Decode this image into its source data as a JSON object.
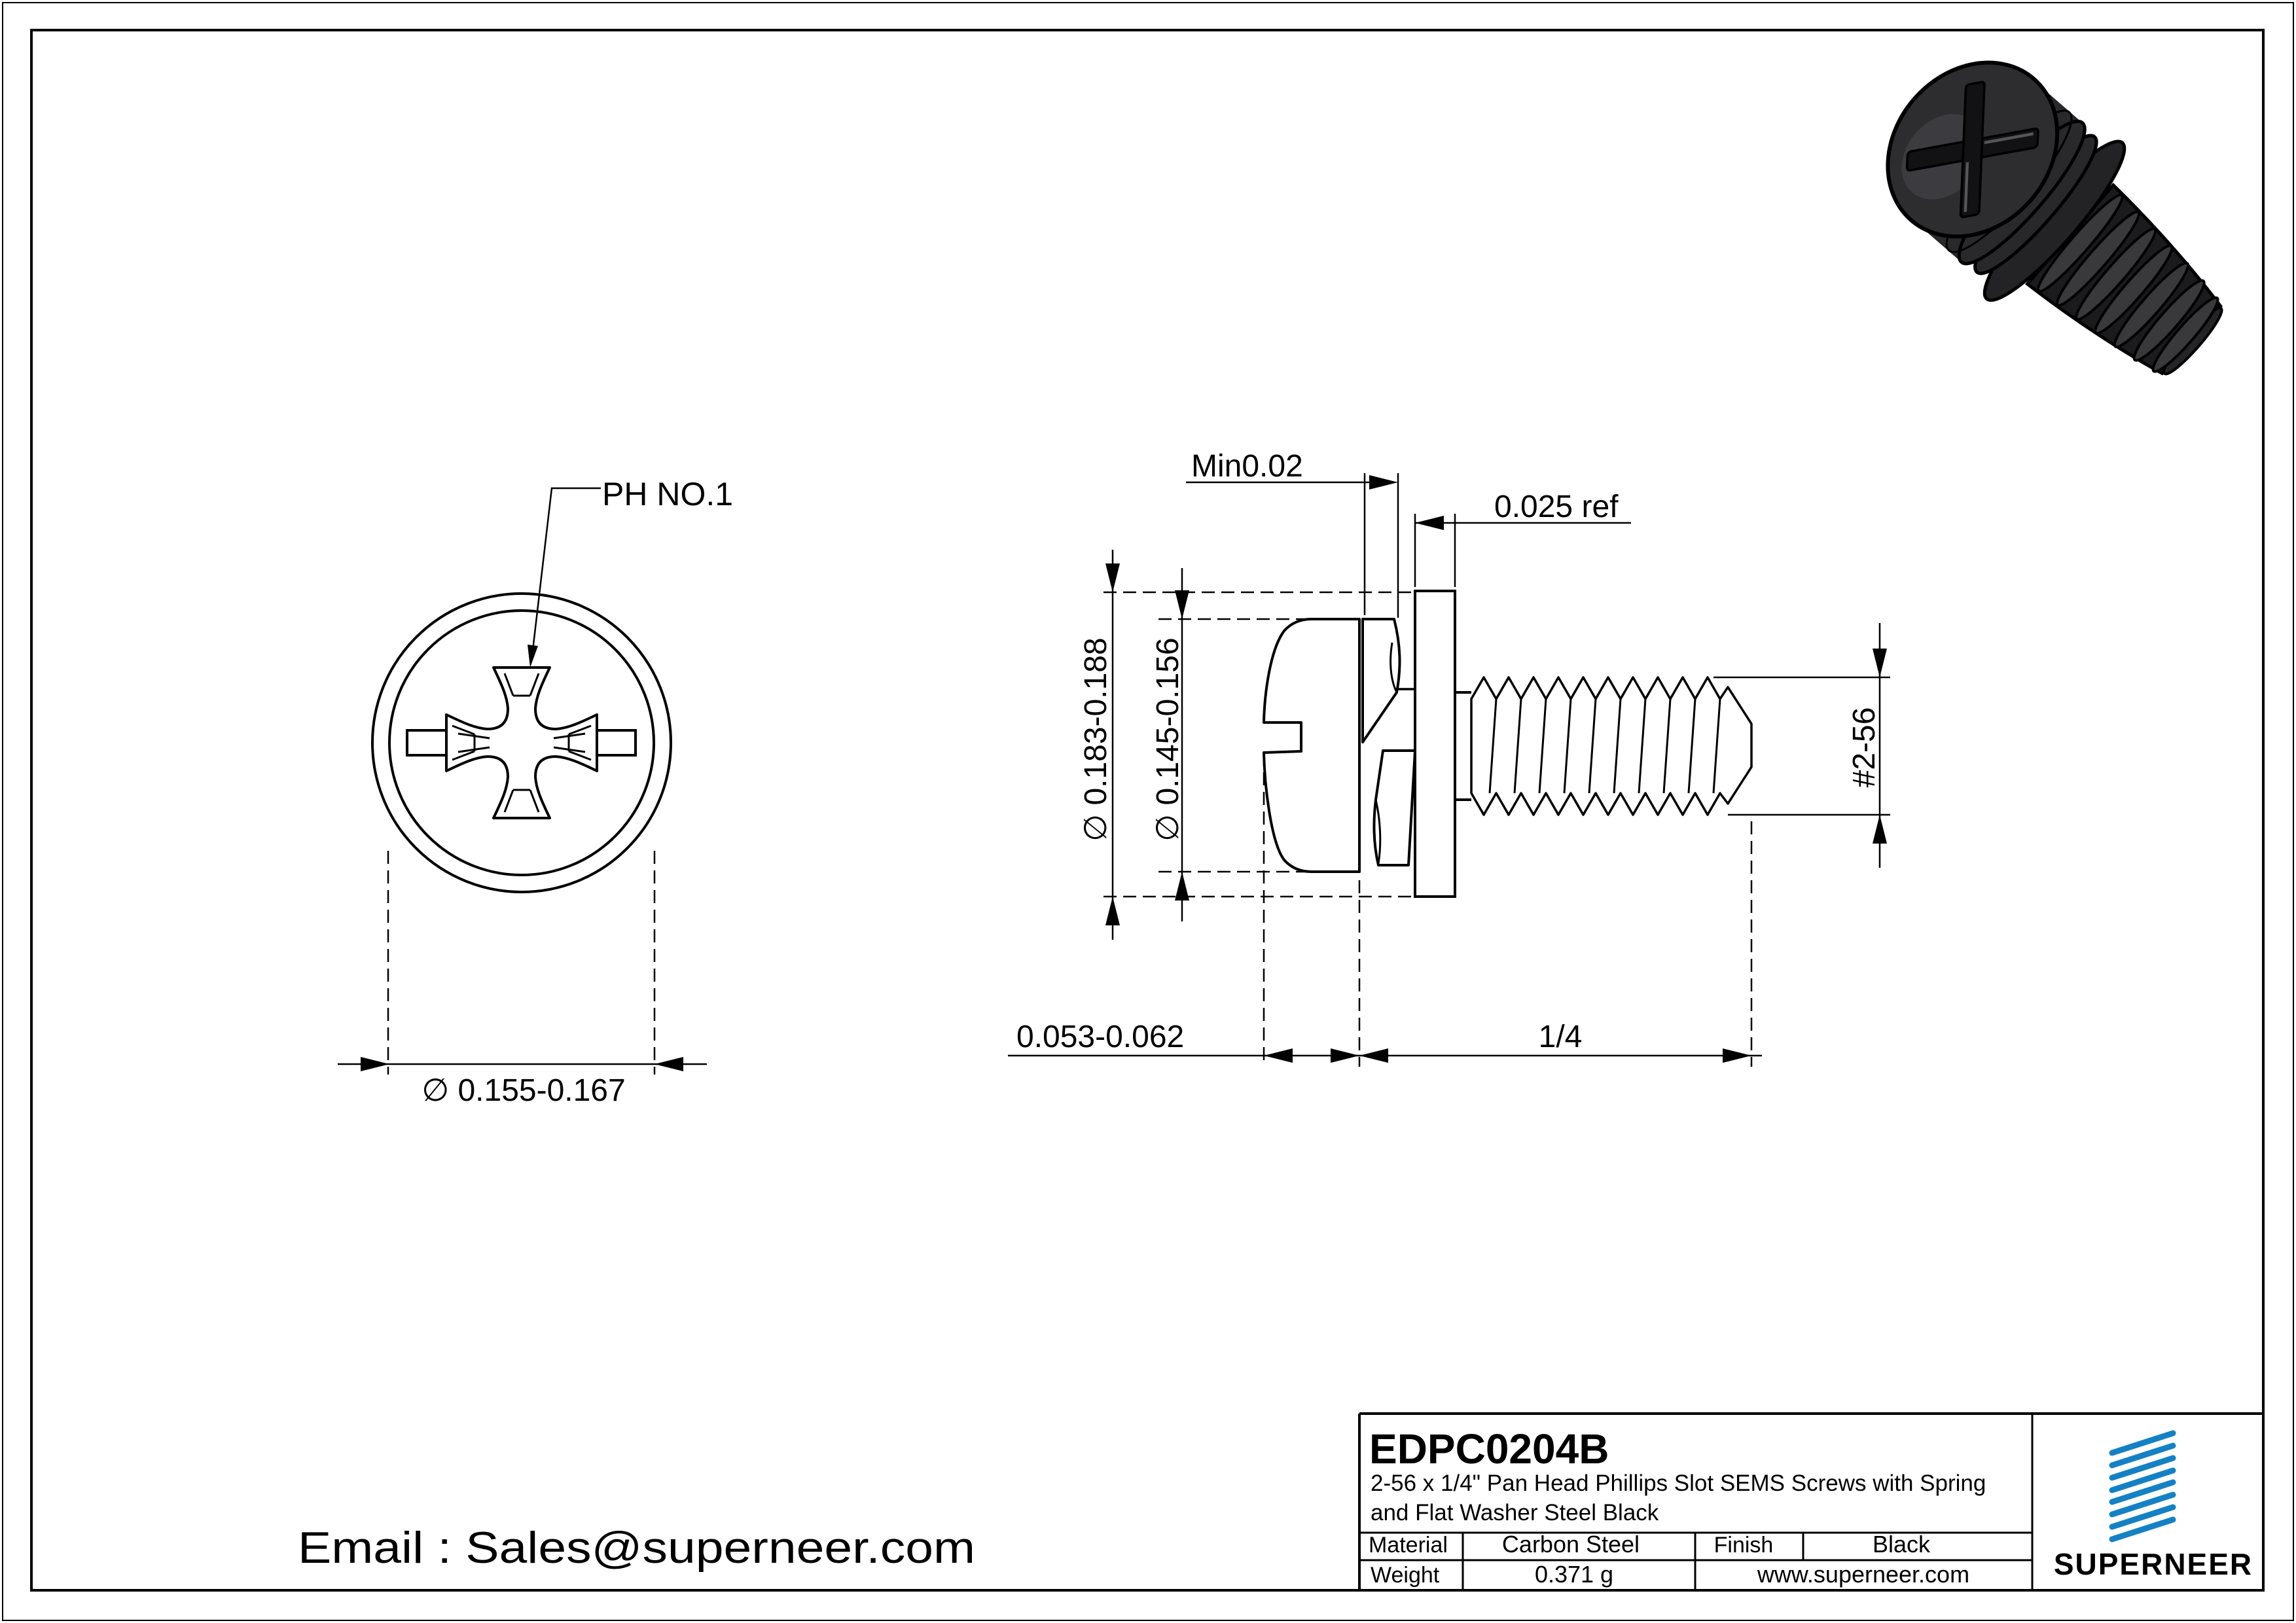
{
  "colors": {
    "line": "#000000",
    "accent_blue": "#1581c5",
    "background": "#ffffff"
  },
  "front_view": {
    "drive_label": "PH NO.1",
    "head_od_dim": "∅ 0.155-0.167"
  },
  "side_view": {
    "spring_washer_min_dim": "Min0.02",
    "flat_washer_thickness_dim": "0.025 ref",
    "washer_od_dim": "∅ 0.183-0.188",
    "head_od_dim": "∅ 0.145-0.156",
    "thread_size_dim": "#2-56",
    "head_height_dim": "0.053-0.062",
    "thread_length_dim": "1/4"
  },
  "footer": {
    "email": "Email : Sales@superneer.com"
  },
  "title_block": {
    "part_number": "EDPC0204B",
    "description_line1": "2-56 x 1/4\" Pan Head Phillips Slot SEMS Screws with Spring",
    "description_line2": "and Flat Washer Steel Black",
    "material_label": "Material",
    "material_value": "Carbon Steel",
    "finish_label": "Finish",
    "finish_value": "Black",
    "weight_label": "Weight",
    "weight_value": "0.371 g",
    "website": "www.superneer.com",
    "brand": "SUPERNEER"
  }
}
